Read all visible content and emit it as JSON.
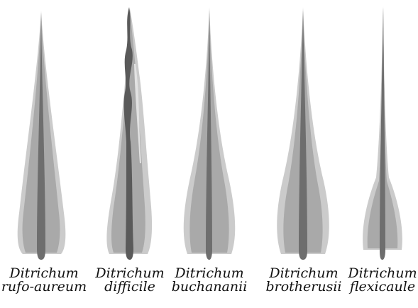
{
  "leaves": [
    {
      "genus": "Ditrichum",
      "species": "rufo-aureum"
    },
    {
      "genus": "Ditrichum",
      "species": "difficile"
    },
    {
      "genus": "Ditrichum",
      "species": "buchananii"
    },
    {
      "genus": "Ditrichum",
      "species": "brotherusii"
    },
    {
      "genus": "Ditrichum",
      "species": "flexicaule"
    }
  ],
  "colors": {
    "lamina_outer": "#cbcbcb",
    "lamina_inner": "#a9a9a9",
    "costa": "#6e6e6e",
    "costa_dark": "#5a5a5a",
    "highlight": "#e2e2e2"
  }
}
